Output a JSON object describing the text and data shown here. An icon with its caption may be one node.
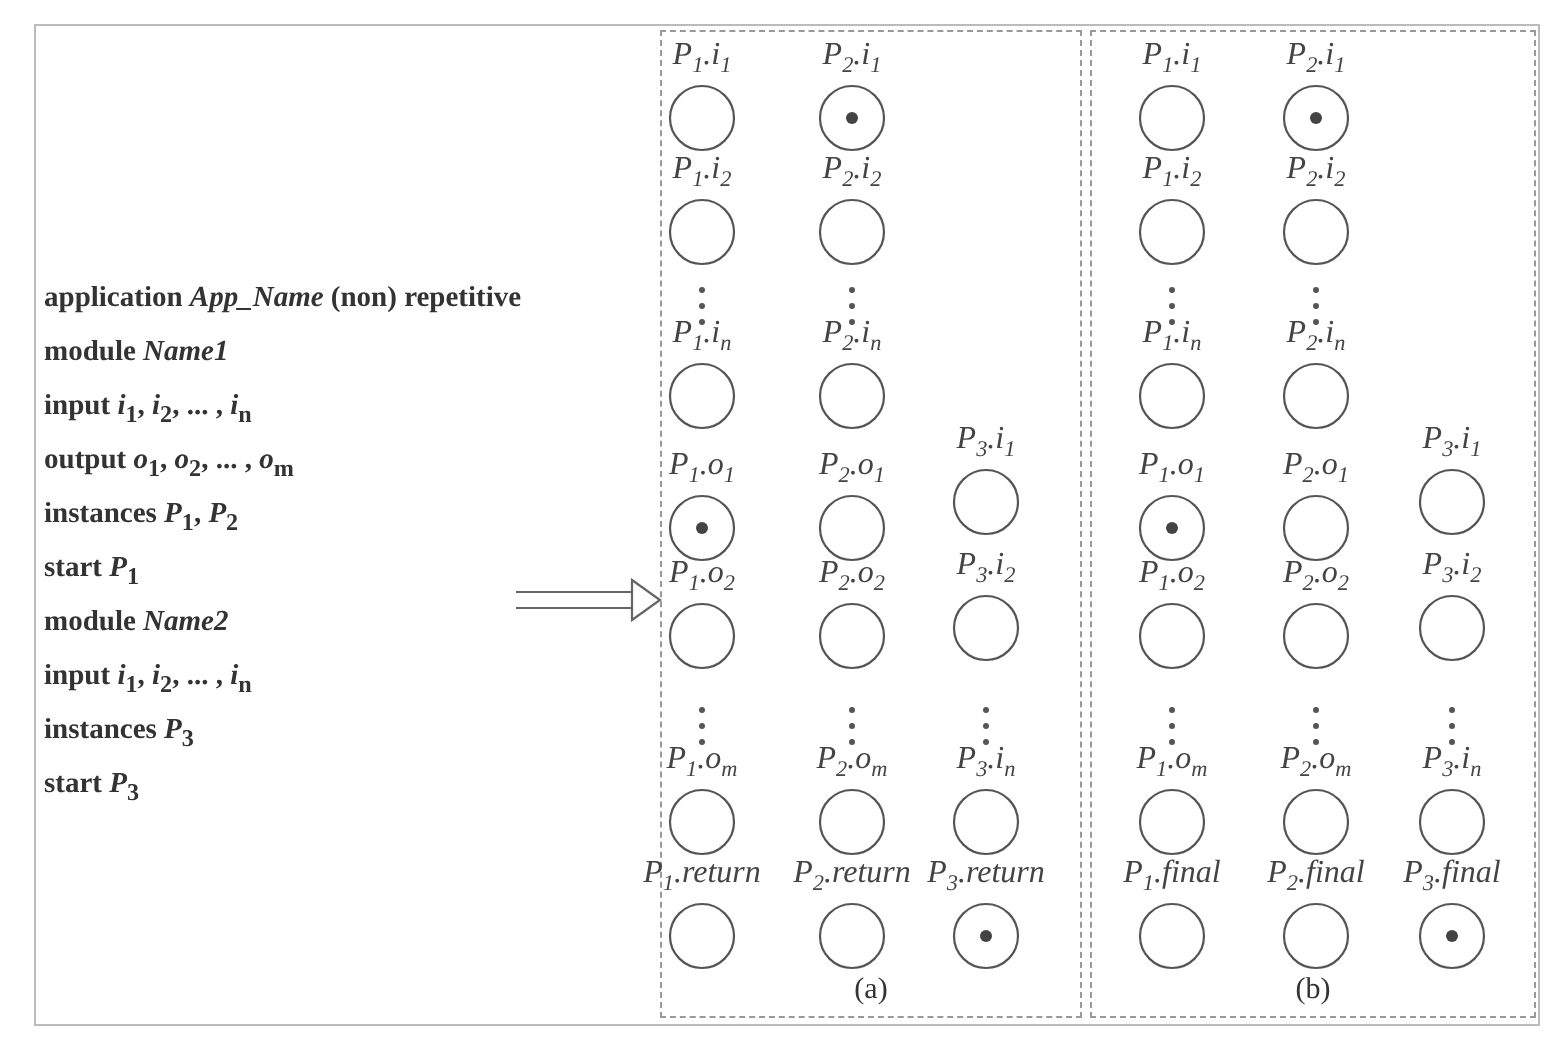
{
  "diagram": {
    "nodes": [
      {
        "text": [
          "application *App_Name* (non) repetitive",
          "module *Name1*",
          "input *i*$_{1}$,  *i*$_{2}$, ... , *i*$_{n}$",
          "output *o*$_{1}$, *o*$_{2}$, ... , *o*$_{m}$",
          "instances  *P*$_{1}$, *P*$_{2}$",
          "start  *P*$_{1}$",
          "module  *Name2*",
          "input *i*$_{1}$,  *i*$_{2}$, ... , *i*$_{n}$",
          "instances  *P*$_{3}$",
          "start  *P*$_{3}$"
        ]
      },
      {
        "text": [
          "(a)"
        ]
      },
      {
        "text": [
          "P$_{1}$.i$_{1}$"
        ],
        "in": 1
      },
      {
        "text": [
          "P$_{2}$.i$_{1}$"
        ],
        "in": 1
      },
      {
        "text": [
          "P$_{1}$.i$_{2}$"
        ],
        "in": 1
      },
      {
        "text": [
          "P$_{2}$.i$_{2}$"
        ],
        "in": 1
      },
      {
        "text": [
          "P$_{1}$.i$_{n}$"
        ],
        "in": 1
      },
      {
        "text": [
          "P$_{2}$.i$_{n}$"
        ],
        "in": 1
      },
      {
        "text": [
          "P$_{1}$.o$_{1}$"
        ],
        "in": 1
      },
      {
        "text": [
          "P$_{2}$.o$_{1}$"
        ],
        "in": 1
      },
      {
        "text": [
          "P$_{3}$.i$_{1}$"
        ],
        "in": 1
      },
      {
        "text": [
          "P$_{1}$.o$_{2}$"
        ],
        "in": 1
      },
      {
        "text": [
          "P$_{2}$.o$_{2}$"
        ],
        "in": 1
      },
      {
        "text": [
          "P$_{3}$.i$_{2}$"
        ],
        "in": 1
      },
      {
        "text": [
          "P$_{1}$.o$_{m}$"
        ],
        "in": 1
      },
      {
        "text": [
          "P$_{2}$.o$_{m}$"
        ],
        "in": 1
      },
      {
        "text": [
          "P$_{3}$.i$_{n}$"
        ],
        "in": 1
      },
      {
        "text": [
          "P$_{1}$.return"
        ],
        "in": 1
      },
      {
        "text": [
          "P$_{2}$.return"
        ],
        "in": 1
      },
      {
        "text": [
          "P$_{3}$.return"
        ],
        "in": 1
      },
      {
        "text": [
          "(b)"
        ]
      },
      {
        "text": [
          "P$_{1}$.i$_{1}$"
        ],
        "in": 20
      },
      {
        "text": [
          "P$_{2}$.i$_{1}$"
        ],
        "in": 20
      },
      {
        "text": [
          "P$_{1}$.i$_{2}$"
        ],
        "in": 20
      },
      {
        "text": [
          "P$_{2}$.i$_{2}$"
        ],
        "in": 20
      },
      {
        "text": [
          "P$_{1}$.i$_{n}$"
        ],
        "in": 20
      },
      {
        "text": [
          "P$_{2}$.i$_{n}$"
        ],
        "in": 20
      },
      {
        "text": [
          "P$_{1}$.o$_{1}$"
        ],
        "in": 20
      },
      {
        "text": [
          "P$_{2}$.o$_{1}$"
        ],
        "in": 20
      },
      {
        "text": [
          "P$_{3}$.i$_{1}$"
        ],
        "in": 20
      },
      {
        "text": [
          "P$_{1}$.o$_{2}$"
        ],
        "in": 20
      },
      {
        "text": [
          "P$_{2}$.o$_{2}$"
        ],
        "in": 20
      },
      {
        "text": [
          "P$_{3}$.i$_{2}$"
        ],
        "in": 20
      },
      {
        "text": [
          "P$_{1}$.o$_{m}$"
        ],
        "in": 20
      },
      {
        "text": [
          "P$_{2}$.o$_{m}$"
        ],
        "in": 20
      },
      {
        "text": [
          "P$_{3}$.i$_{n}$"
        ],
        "in": 20
      },
      {
        "text": [
          "P$_{1}$.final"
        ],
        "in": 20
      },
      {
        "text": [
          "P$_{2}$.final"
        ],
        "in": 20
      },
      {
        "text": [
          "P$_{3}$.final"
        ],
        "in": 20
      }
    ],
    "edges": [
      {
        "from": 0,
        "to": 1,
        "arrow": "to"
      }
    ]
  }
}
